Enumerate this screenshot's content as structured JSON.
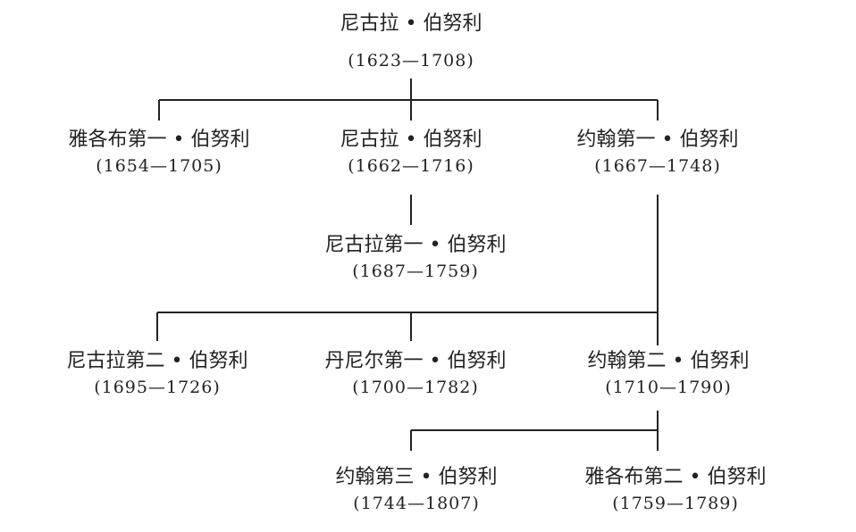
{
  "tree": {
    "root": {
      "name": "尼古拉 • 伯努利",
      "years": "(1623—1708)"
    },
    "gen2": [
      {
        "name": "雅各布第一 • 伯努利",
        "years": "(1654—1705)"
      },
      {
        "name": "尼古拉 • 伯努利",
        "years": "(1662—1716)"
      },
      {
        "name": "约翰第一 • 伯努利",
        "years": "(1667—1748)"
      }
    ],
    "gen3": [
      {
        "name": "尼古拉第一 • 伯努利",
        "years": "(1687—1759)"
      }
    ],
    "gen4": [
      {
        "name": "尼古拉第二 • 伯努利",
        "years": "(1695—1726)"
      },
      {
        "name": "丹尼尔第一 • 伯努利",
        "years": "(1700—1782)"
      },
      {
        "name": "约翰第二 • 伯努利",
        "years": "(1710—1790)"
      }
    ],
    "gen5": [
      {
        "name": "约翰第三 • 伯努利",
        "years": "(1744—1807)"
      },
      {
        "name": "雅各布第二 • 伯努利",
        "years": "(1759—1789)"
      }
    ]
  },
  "colors": {
    "text": "#222222",
    "lines": "#222222",
    "background": "#ffffff"
  }
}
